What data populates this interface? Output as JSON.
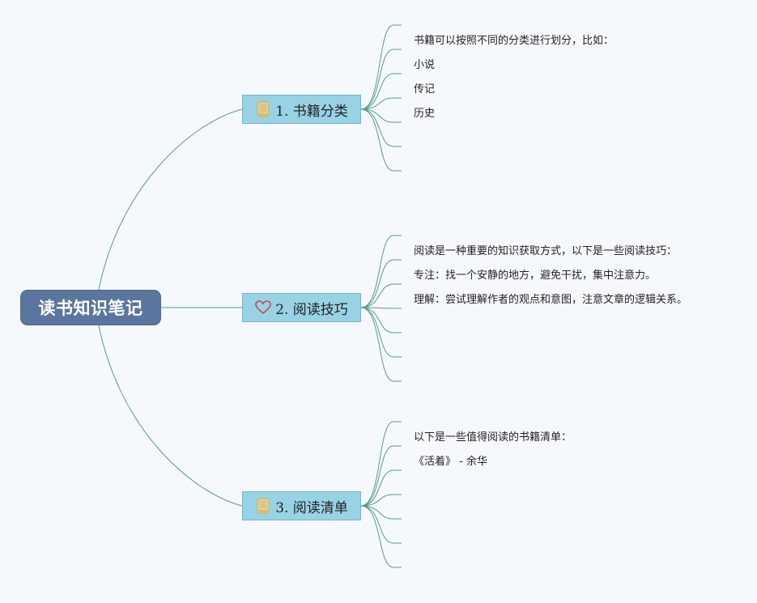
{
  "root": {
    "title": "读书知识笔记"
  },
  "branches": [
    {
      "label": "1. 书籍分类",
      "icon": "book-icon",
      "items": [
        "书籍可以按照不同的分类进行划分，比如：",
        "小说",
        "传记",
        "历史",
        "",
        "",
        ""
      ]
    },
    {
      "label": "2. 阅读技巧",
      "icon": "heart-icon",
      "items": [
        "阅读是一种重要的知识获取方式，以下是一些阅读技巧：",
        "专注：找一个安静的地方，避免干扰，集中注意力。",
        "理解：尝试理解作者的观点和意图，注意文章的逻辑关系。",
        "",
        "",
        "",
        ""
      ]
    },
    {
      "label": "3. 阅读清单",
      "icon": "book-icon",
      "items": [
        "以下是一些值得阅读的书籍清单：",
        "《活着》 - 余华",
        "",
        "",
        "",
        "",
        ""
      ]
    }
  ],
  "colors": {
    "background": "#f5f9fe",
    "root_fill": "#5b769e",
    "branch_fill": "#97d3e5",
    "connector": "#5a9a86",
    "icon_book": "#e5cf8c",
    "icon_heart": "#c8474a"
  }
}
